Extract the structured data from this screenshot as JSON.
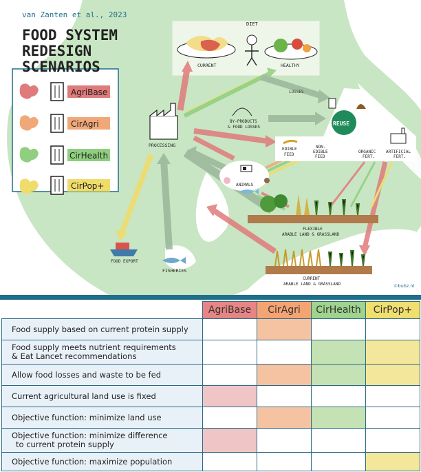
{
  "diagram": {
    "citation": "van Zanten et al., 2023",
    "title_lines": [
      "FOOD SYSTEM",
      "REDESIGN",
      "SCENARIOS"
    ],
    "scenarios": [
      {
        "label": "AgriBase",
        "color": "#e07b7b"
      },
      {
        "label": "CirAgri",
        "color": "#f0a878"
      },
      {
        "label": "CirHealth",
        "color": "#8fcf7f"
      },
      {
        "label": "CirPop+",
        "color": "#f0dc6a"
      }
    ],
    "nodes": {
      "diet": "DIET",
      "current": "CURRENT",
      "healthy": "HEALTHY",
      "losses": "LOSSES",
      "reuse": "REUSE",
      "byproducts_1": "BY-PRODUCTS",
      "byproducts_2": "& FOOD LOSSES",
      "processing": "PROCESSING",
      "edible_1": "EDIBLE",
      "edible_2": "FEED",
      "nonedible_1": "NON-",
      "nonedible_2": "EDIBLE",
      "nonedible_3": "FEED",
      "organic_1": "ORGANIC",
      "organic_2": "FERT.",
      "artificial_1": "ARTIFICIAL",
      "artificial_2": "FERT.",
      "animals": "ANIMALS",
      "flexible_1": "FLEXIBLE",
      "flexible_2": "ARABLE LAND & GRASSLAND",
      "current_land_1": "CURRENT",
      "current_land_2": "ARABLE LAND & GRASSLAND",
      "food_export": "FOOD EXPORT",
      "fisheries": "FISHERIES",
      "credit": "©bubz.nl"
    },
    "colors": {
      "agribase": "#e07b7b",
      "ciragri": "#f0a878",
      "cirhealth": "#8fcf7f",
      "cirpop": "#f0dc6a",
      "map": "#c8e6c3",
      "accent": "#1f6f8b"
    }
  },
  "table": {
    "headers": [
      "AgriBase",
      "CirAgri",
      "CirHealth",
      "CirPop+"
    ],
    "header_colors": [
      "#e78585",
      "#f4a373",
      "#9fd38e",
      "#f0df6e"
    ],
    "rows": [
      {
        "label": "Food supply based on current protein supply",
        "label_lines": [
          "Food supply based on current protein supply"
        ],
        "selected": [
          false,
          true,
          false,
          false
        ]
      },
      {
        "label": "Food supply meets nutrient requirements & Eat Lancet recommendations",
        "label_lines": [
          "Food supply meets nutrient requirements",
          "& Eat Lancet recommendations"
        ],
        "selected": [
          false,
          false,
          true,
          true
        ]
      },
      {
        "label": "Allow food losses and waste to be fed",
        "label_lines": [
          "Allow food losses and waste to be fed"
        ],
        "selected": [
          false,
          true,
          true,
          true
        ]
      },
      {
        "label": "Current agricultural land use is fixed",
        "label_lines": [
          "Current agricultural land use is fixed"
        ],
        "selected": [
          true,
          false,
          false,
          false
        ]
      },
      {
        "label": "Objective function: minimize land use",
        "label_lines": [
          "Objective function: minimize land use"
        ],
        "selected": [
          false,
          true,
          true,
          false
        ]
      },
      {
        "label": "Objective function: minimize difference to current protein supply",
        "label_lines": [
          "Objective function: minimize difference",
          "to current protein supply"
        ],
        "selected": [
          true,
          false,
          false,
          false
        ]
      },
      {
        "label": "Objective function: maximize population",
        "label_lines": [
          "Objective function: maximize population"
        ],
        "selected": [
          false,
          false,
          false,
          true
        ]
      }
    ]
  }
}
